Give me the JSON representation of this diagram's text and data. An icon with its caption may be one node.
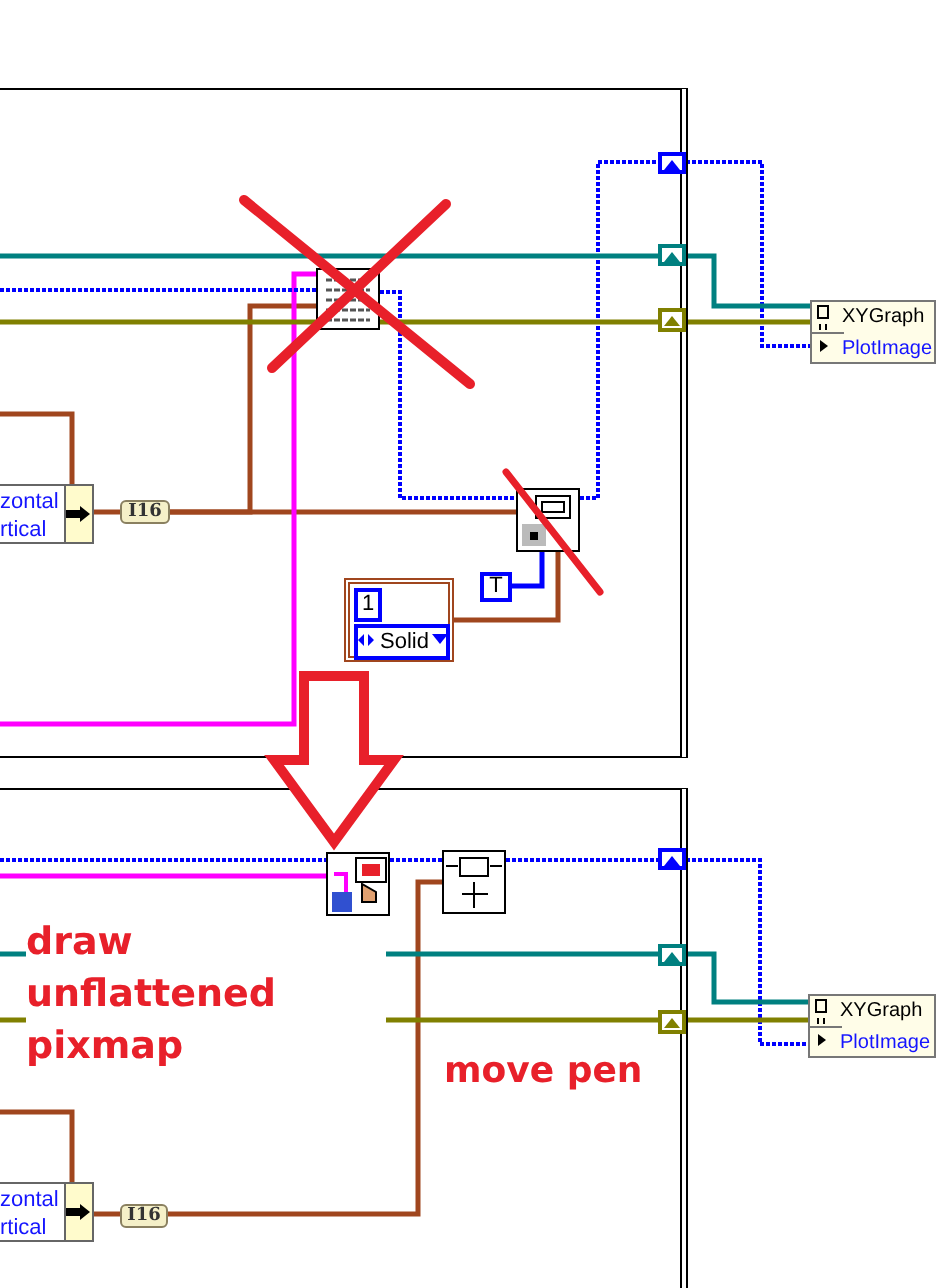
{
  "diagram": {
    "nodes": [
      {
        "text": [],
        "shape": "box"
      },
      {
        "text": [
          "zontal",
          "rtical"
        ],
        "in": 0
      },
      {
        "text": [
          "I16"
        ],
        "in": 0
      },
      {
        "text": [],
        "shape": "box",
        "in": 0
      },
      {
        "text": [],
        "shape": "box",
        "in": 0
      },
      {
        "text": [
          "1",
          "Solid"
        ],
        "in": 0
      },
      {
        "text": [
          "T"
        ],
        "in": 0
      },
      {
        "text": [],
        "shape": "box",
        "in": 0
      },
      {
        "text": [],
        "shape": "box",
        "in": 0
      },
      {
        "text": [],
        "shape": "box",
        "in": 0
      },
      {
        "text": [
          "XYGraph",
          "PlotImage"
        ]
      },
      {
        "text": [],
        "shape": "box"
      },
      {
        "text": [
          "zontal",
          "rtical"
        ],
        "in": 11
      },
      {
        "text": [
          "I16"
        ],
        "in": 11
      },
      {
        "text": [],
        "shape": "box",
        "in": 11
      },
      {
        "text": [],
        "shape": "box",
        "in": 11
      },
      {
        "text": [],
        "shape": "box",
        "in": 11
      },
      {
        "text": [],
        "shape": "box",
        "in": 11
      },
      {
        "text": [],
        "shape": "box",
        "in": 11
      },
      {
        "text": [
          "XYGraph",
          "PlotImage"
        ]
      }
    ],
    "edges": [
      {
        "from": 1,
        "to": 2,
        "arrow": "none",
        "color": "#a0461e"
      },
      {
        "from": 2,
        "to": 4,
        "arrow": "none",
        "color": "#a0461e"
      },
      {
        "from": 2,
        "to": 3,
        "arrow": "none",
        "color": "#a0461e"
      },
      {
        "from": 3,
        "to": 4,
        "arrow": "none",
        "style": "dashed",
        "color": "#0000ff"
      },
      {
        "from": 4,
        "to": 7,
        "arrow": "none",
        "style": "dashed",
        "color": "#0000ff"
      },
      {
        "from": 5,
        "to": 4,
        "arrow": "none",
        "color": "#a0461e"
      },
      {
        "from": 6,
        "to": 4,
        "arrow": "none",
        "color": "#0000ff"
      },
      {
        "from": 7,
        "to": 10,
        "arrow": "none",
        "style": "dashed",
        "color": "#0000ff"
      },
      {
        "from": 8,
        "to": 10,
        "arrow": "none",
        "color": "#008080"
      },
      {
        "from": 9,
        "to": 10,
        "arrow": "none",
        "color": "#808000"
      },
      {
        "from": null,
        "to": 3,
        "arrow": "none",
        "color": "#ff00ff"
      },
      {
        "from": null,
        "to": 3,
        "arrow": "none",
        "style": "dashed",
        "color": "#0000ff"
      },
      {
        "from": null,
        "to": 8,
        "arrow": "none",
        "color": "#008080"
      },
      {
        "from": null,
        "to": 9,
        "arrow": "none",
        "color": "#808000"
      },
      {
        "from": null,
        "to": 1,
        "arrow": "none",
        "color": "#a0461e"
      },
      {
        "from": 12,
        "to": 13,
        "arrow": "none",
        "color": "#a0461e"
      },
      {
        "from": 13,
        "to": 15,
        "arrow": "none",
        "color": "#a0461e"
      },
      {
        "from": null,
        "to": 14,
        "arrow": "none",
        "color": "#ff00ff"
      },
      {
        "from": null,
        "to": 14,
        "arrow": "none",
        "style": "dashed",
        "color": "#0000ff"
      },
      {
        "from": 14,
        "to": 15,
        "arrow": "none",
        "style": "dashed",
        "color": "#0000ff"
      },
      {
        "from": 15,
        "to": 16,
        "arrow": "none",
        "style": "dashed",
        "color": "#0000ff"
      },
      {
        "from": 16,
        "to": 19,
        "arrow": "none",
        "style": "dashed",
        "color": "#0000ff"
      },
      {
        "from": 17,
        "to": 19,
        "arrow": "none",
        "color": "#008080"
      },
      {
        "from": 18,
        "to": 19,
        "arrow": "none",
        "color": "#808000"
      },
      {
        "from": null,
        "to": 17,
        "arrow": "none",
        "color": "#008080"
      },
      {
        "from": null,
        "to": 18,
        "arrow": "none",
        "color": "#808000"
      },
      {
        "from": null,
        "to": 12,
        "arrow": "none",
        "color": "#a0461e"
      },
      {
        "from": 0,
        "to": 14,
        "arrow": "to",
        "style": "thick",
        "color": "#e8202a"
      }
    ],
    "labels": [
      "draw unflattened pixmap",
      "move pen"
    ]
  }
}
